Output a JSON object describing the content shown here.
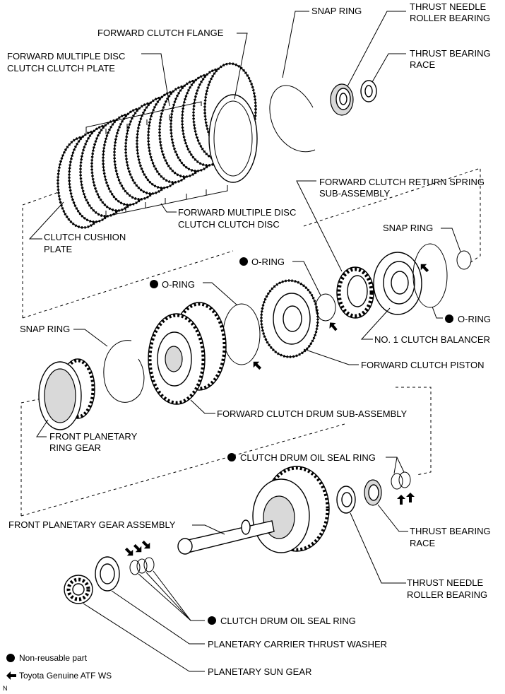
{
  "labels": {
    "snap_ring_top": "SNAP RING",
    "thrust_needle_top_1": "THRUST NEEDLE",
    "thrust_needle_top_2": "ROLLER BEARING",
    "forward_clutch_flange": "FORWARD CLUTCH FLANGE",
    "thrust_race_top_1": "THRUST BEARING",
    "thrust_race_top_2": "RACE",
    "fwd_disc_plate_1": "FORWARD MULTIPLE DISC",
    "fwd_disc_plate_2": "CLUTCH CLUTCH PLATE",
    "return_spring_1": "FORWARD CLUTCH RETURN SPRING",
    "return_spring_2": "SUB-ASSEMBLY",
    "fwd_disc_disc_1": "FORWARD MULTIPLE DISC",
    "fwd_disc_disc_2": "CLUTCH CLUTCH DISC",
    "snap_ring_right": "SNAP RING",
    "cushion_1": "CLUTCH CUSHION",
    "cushion_2": "PLATE",
    "oring_a": "O-RING",
    "oring_b": "O-RING",
    "oring_c": "O-RING",
    "snap_ring_left": "SNAP RING",
    "balancer": "NO. 1 CLUTCH BALANCER",
    "piston": "FORWARD CLUTCH PISTON",
    "drum": "FORWARD CLUTCH DRUM SUB-ASSEMBLY",
    "ring_gear_1": "FRONT PLANETARY",
    "ring_gear_2": "RING GEAR",
    "oil_seal_top": "CLUTCH DRUM OIL SEAL RING",
    "planetary_gear_assy": "FRONT PLANETARY GEAR ASSEMBLY",
    "thrust_race_bottom_1": "THRUST BEARING",
    "thrust_race_bottom_2": "RACE",
    "thrust_needle_bottom_1": "THRUST NEEDLE",
    "thrust_needle_bottom_2": "ROLLER BEARING",
    "oil_seal_bottom": "CLUTCH DRUM OIL SEAL RING",
    "carrier_washer": "PLANETARY CARRIER THRUST WASHER",
    "sun_gear": "PLANETARY SUN GEAR"
  },
  "legend": {
    "non_reusable": "Non-reusable part",
    "atf": "Toyota Genuine ATF WS"
  },
  "corner_mark": "N"
}
